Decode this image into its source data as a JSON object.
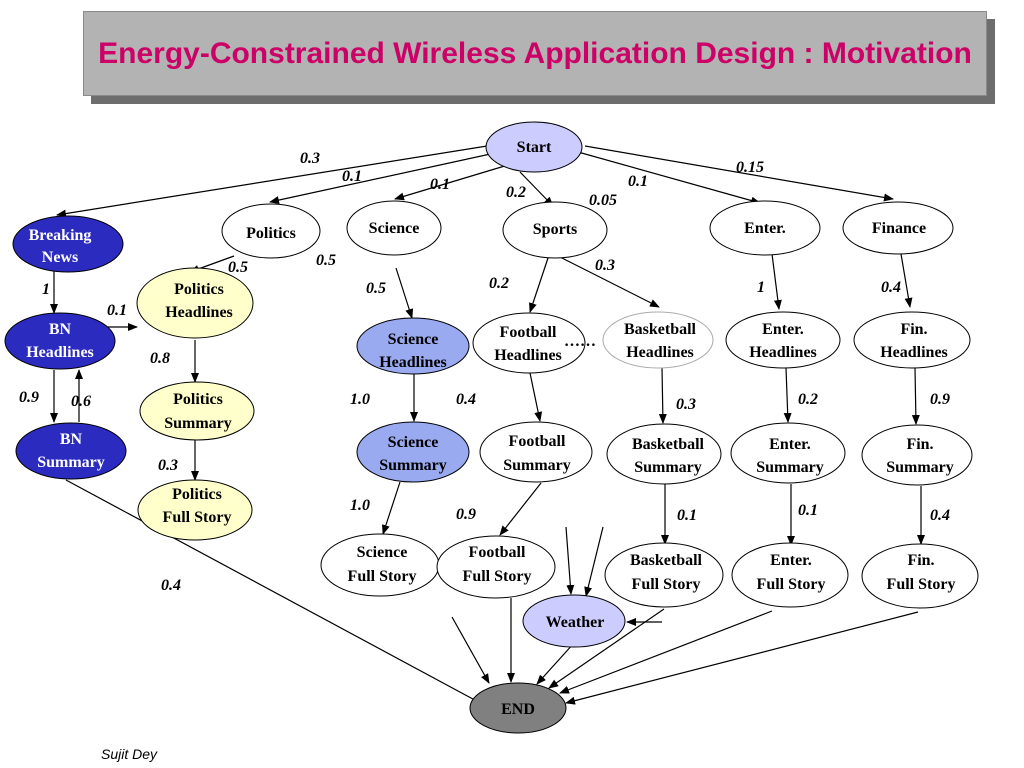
{
  "slide": {
    "title": "Energy-Constrained Wireless Application Design : Motivation",
    "footer": "Sujit Dey"
  },
  "colors": {
    "title": "#cc0066",
    "title_box": "#b3b3b3",
    "breaking_news": "#2b2bc0",
    "politics_chain": "#ffffcc",
    "science_chain": "#99aaf0",
    "start_weather": "#ccccff",
    "end": "#808080"
  },
  "nodes": {
    "start": [
      "Start"
    ],
    "breaking_news": [
      "Breaking",
      "News"
    ],
    "politics": [
      "Politics"
    ],
    "science": [
      "Science"
    ],
    "sports": [
      "Sports"
    ],
    "enter": [
      "Enter."
    ],
    "finance": [
      "Finance"
    ],
    "bn_headlines": [
      "BN",
      "Headlines"
    ],
    "politics_headlines": [
      "Politics",
      "Headlines"
    ],
    "science_headlines": [
      "Science",
      "Headlines"
    ],
    "football_headlines": [
      "Football",
      "Headlines"
    ],
    "basketball_headlines": [
      "Basketball",
      "Headlines"
    ],
    "enter_headlines": [
      "Enter.",
      "Headlines"
    ],
    "fin_headlines": [
      "Fin.",
      "Headlines"
    ],
    "bn_summary": [
      "BN",
      "Summary"
    ],
    "politics_summary": [
      "Politics",
      "Summary"
    ],
    "science_summary": [
      "Science",
      "Summary"
    ],
    "football_summary": [
      "Football",
      "Summary"
    ],
    "basketball_summary": [
      "Basketball",
      "Summary"
    ],
    "enter_summary": [
      "Enter.",
      "Summary"
    ],
    "fin_summary": [
      "Fin.",
      "Summary"
    ],
    "politics_full_story": [
      "Politics",
      "Full Story"
    ],
    "science_full_story": [
      "Science",
      "Full Story"
    ],
    "football_full_story": [
      "Football",
      "Full Story"
    ],
    "basketball_full_story": [
      "Basketball",
      "Full Story"
    ],
    "enter_full_story": [
      "Enter.",
      "Full Story"
    ],
    "fin_full_story": [
      "Fin.",
      "Full Story"
    ],
    "weather": [
      "Weather"
    ],
    "end": [
      "END"
    ]
  },
  "edge_labels": {
    "start_breaking": "0.3",
    "start_politics": "0.1",
    "start_science": "0.1",
    "start_sports": "0.2",
    "start_sports_b": "0.05",
    "start_enter": "0.1",
    "start_finance": "0.15",
    "politics_headlines_in": "0.5",
    "politics_headlines_in_b": "0.5",
    "breaking_bn": "1",
    "bn_politics": "0.1",
    "science_headlines": "0.5",
    "sports_football": "0.2",
    "sports_basketball": "0.3",
    "enter_headlines": "1",
    "finance_headlines": "0.4",
    "politics_summary": "0.8",
    "bn_summary_down": "0.9",
    "bn_summary_up": "0.6",
    "science_summary": "1.0",
    "football_summary": "0.4",
    "basketball_summary": "0.3",
    "enter_summary": "0.2",
    "fin_summary": "0.9",
    "politics_full": "0.3",
    "science_full": "1.0",
    "football_full": "0.9",
    "basketball_full": "0.1",
    "enter_full": "0.1",
    "fin_full": "0.4",
    "bn_end": "0.4",
    "ellipsis": "……"
  }
}
